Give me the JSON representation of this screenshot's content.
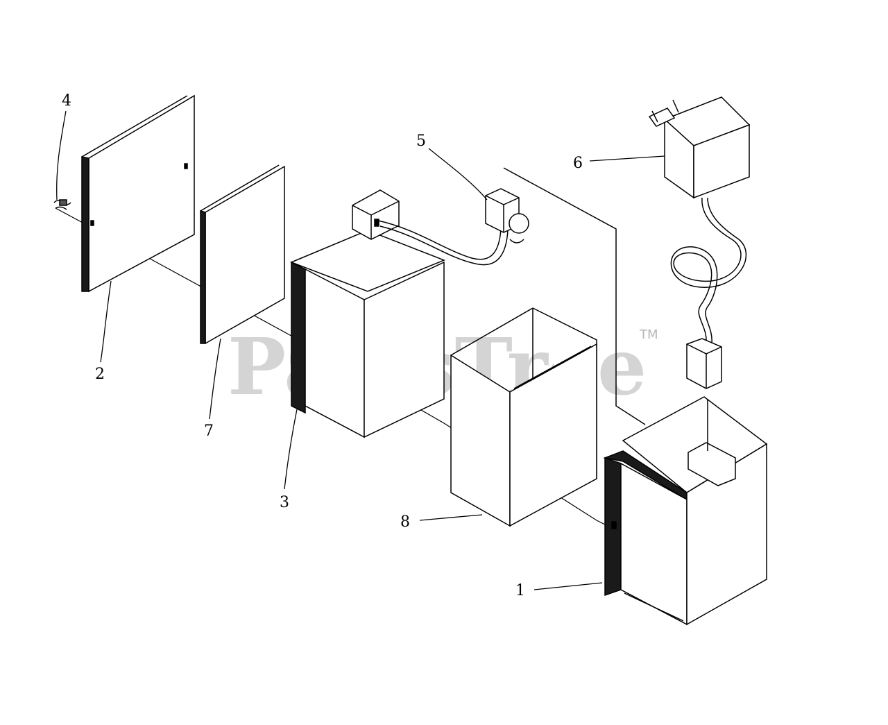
{
  "diagram": {
    "callouts": [
      {
        "id": "1",
        "label": "1"
      },
      {
        "id": "2",
        "label": "2"
      },
      {
        "id": "3",
        "label": "3"
      },
      {
        "id": "4",
        "label": "4"
      },
      {
        "id": "5",
        "label": "5"
      },
      {
        "id": "6",
        "label": "6"
      },
      {
        "id": "7",
        "label": "7"
      },
      {
        "id": "8",
        "label": "8"
      }
    ],
    "watermark": {
      "text": "PartsTree",
      "tm": "TM"
    }
  }
}
